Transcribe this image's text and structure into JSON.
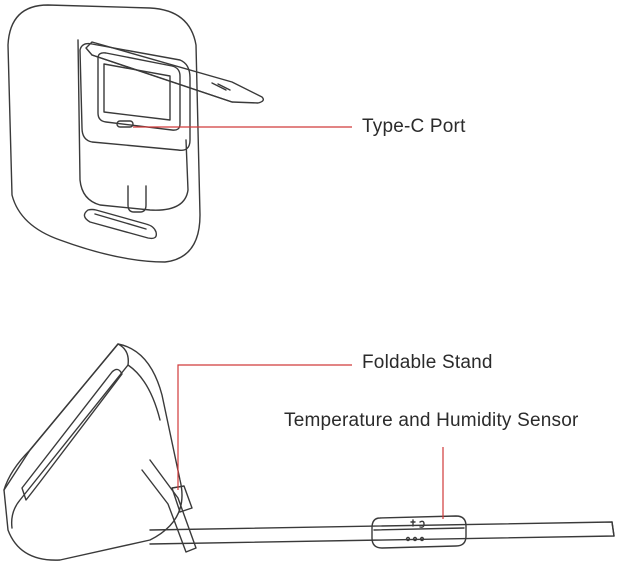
{
  "labels": {
    "type_c_port": "Type-C Port",
    "foldable_stand": "Foldable Stand",
    "temp_humidity_sensor": "Temperature and Humidity Sensor"
  },
  "colors": {
    "leader_line": "#d03a3a",
    "outline": "#3a3a3a",
    "text": "#2b2b2b",
    "background": "#ffffff"
  }
}
